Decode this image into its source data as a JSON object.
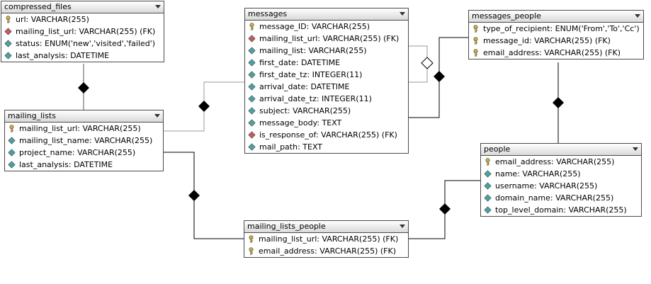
{
  "tables": {
    "compressed_files": {
      "name": "compressed_files",
      "columns": [
        {
          "icon": "key-icon",
          "text": "url: VARCHAR(255)"
        },
        {
          "icon": "foreign-key-icon",
          "text": "mailing_list_url: VARCHAR(255) (FK)"
        },
        {
          "icon": "column-icon",
          "text": "status: ENUM('new','visited','failed')"
        },
        {
          "icon": "column-icon",
          "text": "last_analysis: DATETIME"
        }
      ]
    },
    "messages": {
      "name": "messages",
      "columns": [
        {
          "icon": "key-icon",
          "text": "message_ID: VARCHAR(255)"
        },
        {
          "icon": "foreign-key-icon",
          "text": "mailing_list_url: VARCHAR(255) (FK)"
        },
        {
          "icon": "column-icon",
          "text": "mailing_list: VARCHAR(255)"
        },
        {
          "icon": "column-icon",
          "text": "first_date: DATETIME"
        },
        {
          "icon": "column-icon",
          "text": "first_date_tz: INTEGER(11)"
        },
        {
          "icon": "column-icon",
          "text": "arrival_date: DATETIME"
        },
        {
          "icon": "column-icon",
          "text": "arrival_date_tz: INTEGER(11)"
        },
        {
          "icon": "column-icon",
          "text": "subject: VARCHAR(255)"
        },
        {
          "icon": "column-icon",
          "text": "message_body: TEXT"
        },
        {
          "icon": "foreign-key-icon",
          "text": "is_response_of: VARCHAR(255) (FK)"
        },
        {
          "icon": "column-icon",
          "text": "mail_path: TEXT"
        }
      ]
    },
    "messages_people": {
      "name": "messages_people",
      "columns": [
        {
          "icon": "key-icon",
          "text": "type_of_recipient: ENUM('From','To','Cc')"
        },
        {
          "icon": "key-icon",
          "text": "message_id: VARCHAR(255) (FK)"
        },
        {
          "icon": "key-icon",
          "text": "email_address: VARCHAR(255) (FK)"
        }
      ]
    },
    "mailing_lists": {
      "name": "mailing_lists",
      "columns": [
        {
          "icon": "key-icon",
          "text": "mailing_list_url: VARCHAR(255)"
        },
        {
          "icon": "column-icon",
          "text": "mailing_list_name: VARCHAR(255)"
        },
        {
          "icon": "column-icon",
          "text": "project_name: VARCHAR(255)"
        },
        {
          "icon": "column-icon",
          "text": "last_analysis: DATETIME"
        }
      ]
    },
    "people": {
      "name": "people",
      "columns": [
        {
          "icon": "key-icon",
          "text": "email_address: VARCHAR(255)"
        },
        {
          "icon": "column-icon",
          "text": "name: VARCHAR(255)"
        },
        {
          "icon": "column-icon",
          "text": "username: VARCHAR(255)"
        },
        {
          "icon": "column-icon",
          "text": "domain_name: VARCHAR(255)"
        },
        {
          "icon": "column-icon",
          "text": "top_level_domain: VARCHAR(255)"
        }
      ]
    },
    "mailing_lists_people": {
      "name": "mailing_lists_people",
      "columns": [
        {
          "icon": "key-icon",
          "text": "mailing_list_url: VARCHAR(255) (FK)"
        },
        {
          "icon": "key-icon",
          "text": "email_address: VARCHAR(255) (FK)"
        }
      ]
    }
  },
  "colors": {
    "key_icon": "#c8b060",
    "foreign_key_icon": "#c85a5a",
    "column_icon": "#4aa3a3",
    "identifying_line": "#000000",
    "non_identifying_line": "#9a9a9a"
  }
}
